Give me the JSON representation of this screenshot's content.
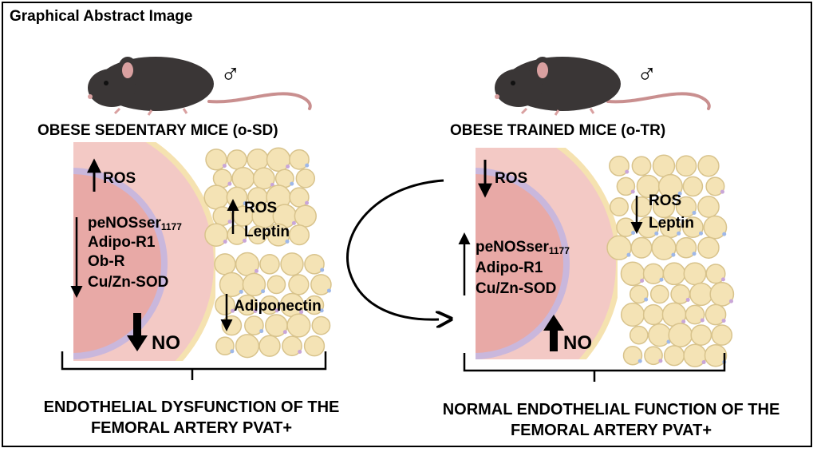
{
  "title": "Graphical Abstract Image",
  "male_symbol": "♂",
  "left": {
    "group": "OBESE SEDENTARY MICE (o-SD)",
    "vessel_up": "ROS",
    "vessel_down_items": [
      "peNOSser",
      "Adipo-R1",
      "Ob-R",
      "Cu/Zn-SOD"
    ],
    "subscript": "1177",
    "vessel_no": "NO",
    "pvat_up_items": [
      "ROS",
      "Leptin"
    ],
    "pvat_down_items": [
      "Adiponectin"
    ],
    "conclusion_line1": "ENDOTHELIAL DYSFUNCTION OF THE",
    "conclusion_line2": "FEMORAL ARTERY PVAT+"
  },
  "right": {
    "group": "OBESE TRAINED MICE (o-TR)",
    "vessel_down": "ROS",
    "vessel_up_items": [
      "peNOSser",
      "Adipo-R1",
      "Cu/Zn-SOD"
    ],
    "subscript": "1177",
    "vessel_no": "NO",
    "pvat_down_items": [
      "ROS",
      "Leptin"
    ],
    "conclusion_line1": "NORMAL ENDOTHELIAL FUNCTION OF THE",
    "conclusion_line2": "FEMORAL ARTERY PVAT+"
  },
  "colors": {
    "mouse_body": "#3a3636",
    "mouse_ear": "#d9a0a0",
    "mouse_tail": "#c98f8f",
    "vessel_wall": "#f3c9c5",
    "vessel_lumen": "#e8a9a6",
    "vessel_intima": "#c9b7dc",
    "vessel_adventitia": "#f5e2b0",
    "adipocyte_fill": "#f4e3b5",
    "adipocyte_stroke": "#d8c38c",
    "nucleus_blue": "#9fb8e8",
    "nucleus_purple": "#c9a6d8",
    "background": "#ffffff"
  }
}
